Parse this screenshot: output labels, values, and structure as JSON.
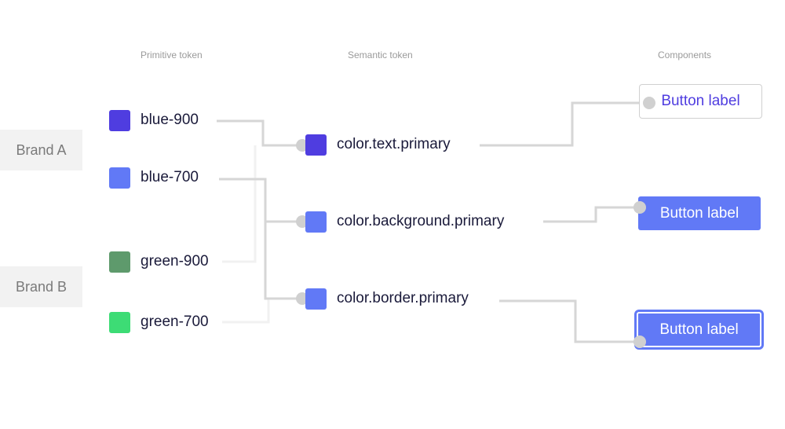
{
  "headers": {
    "primitive": "Primitive token",
    "semantic": "Semantic token",
    "components": "Components"
  },
  "brands": [
    {
      "label": "Brand A"
    },
    {
      "label": "Brand B"
    }
  ],
  "primitives": [
    {
      "label": "blue-900",
      "color": "#4f3de0"
    },
    {
      "label": "blue-700",
      "color": "#6179f6"
    },
    {
      "label": "green-900",
      "color": "#5e9a6c"
    },
    {
      "label": "green-700",
      "color": "#3ddc75"
    }
  ],
  "semantics": [
    {
      "label": "color.text.primary",
      "color": "#4f3de0"
    },
    {
      "label": "color.background.primary",
      "color": "#6179f6"
    },
    {
      "label": "color.border.primary",
      "color": "#6179f6"
    }
  ],
  "components": [
    {
      "label": "Button label",
      "variant": "outline",
      "text_color": "#4f3de0"
    },
    {
      "label": "Button label",
      "variant": "filled",
      "bg": "#6179f6"
    },
    {
      "label": "Button label",
      "variant": "bordered",
      "bg": "#6179f6"
    }
  ],
  "colors": {
    "connector": "#d6d6d6",
    "connector_faint": "#f2f2f2",
    "node": "#d0d0d0"
  }
}
